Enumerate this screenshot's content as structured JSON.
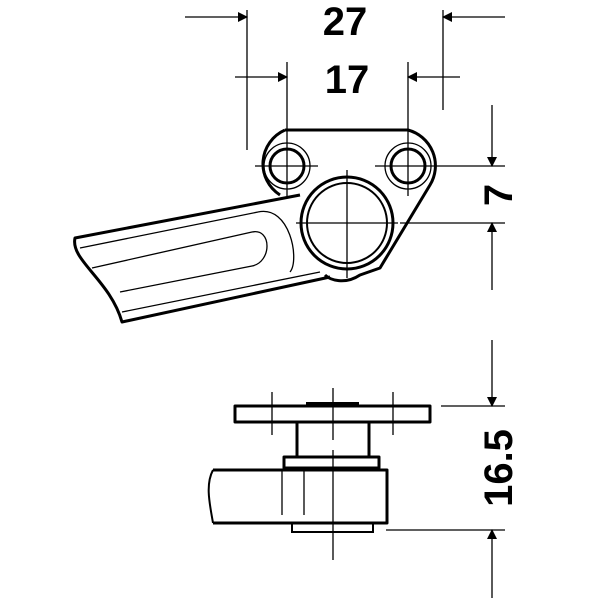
{
  "dimensions": {
    "overall_width": "27",
    "hole_spacing": "17",
    "vertical_offset": "7",
    "height": "16.5"
  },
  "colors": {
    "line": "#000000",
    "background": "#ffffff"
  }
}
